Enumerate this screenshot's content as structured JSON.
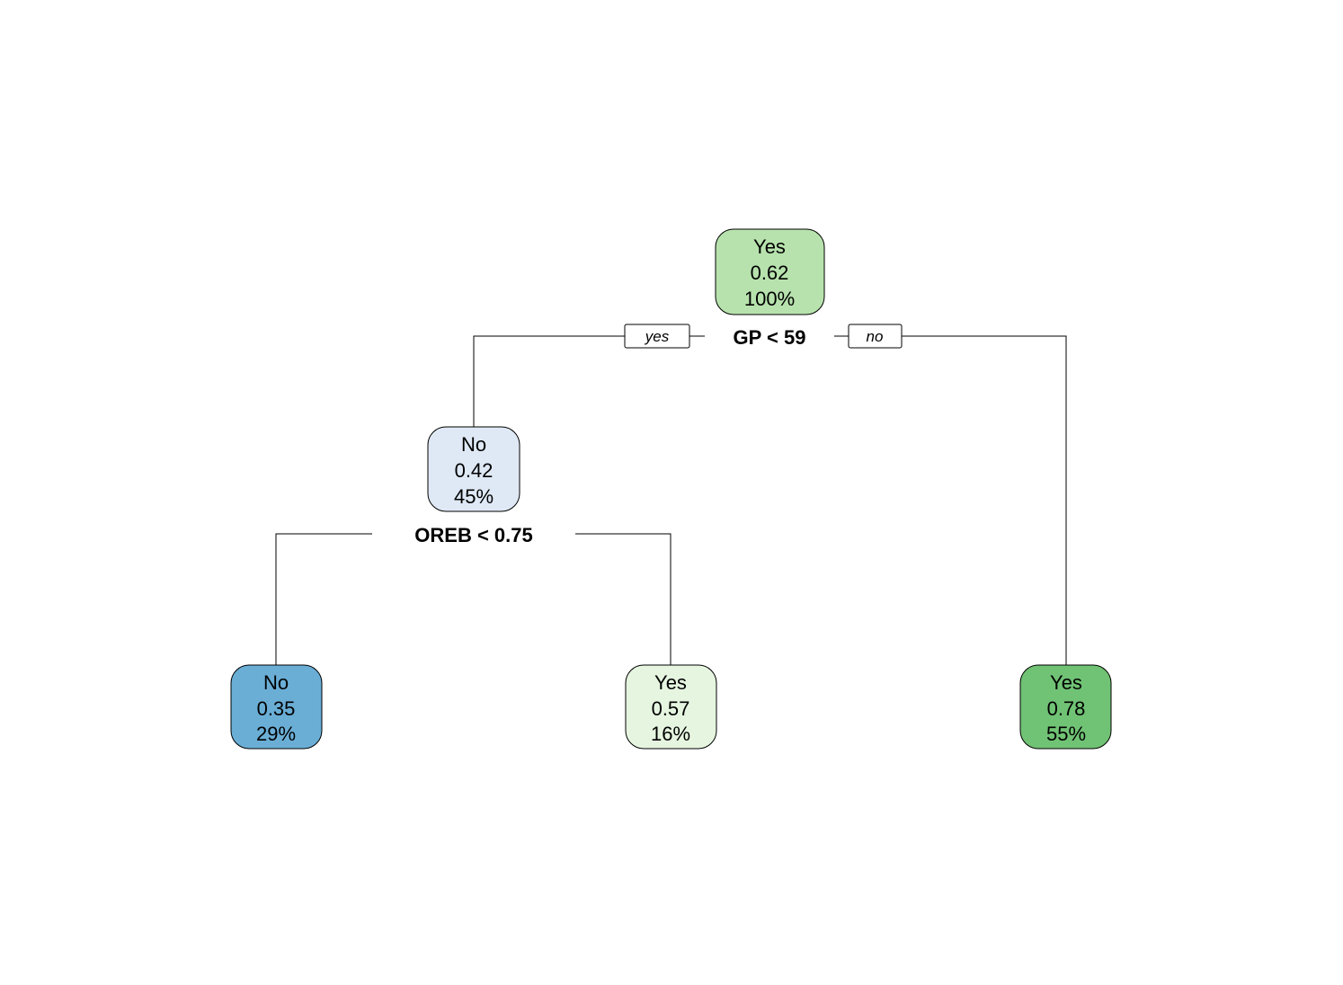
{
  "nodes": [
    {
      "id": "root",
      "class_label": "Yes",
      "prob": "0.62",
      "pct": "100%",
      "color": "#b7e2ad"
    },
    {
      "id": "left",
      "class_label": "No",
      "prob": "0.42",
      "pct": "45%",
      "color": "#dfe9f5"
    },
    {
      "id": "leaf_ll",
      "class_label": "No",
      "prob": "0.35",
      "pct": "29%",
      "color": "#6aaed6"
    },
    {
      "id": "leaf_lr",
      "class_label": "Yes",
      "prob": "0.57",
      "pct": "16%",
      "color": "#e5f5e0"
    },
    {
      "id": "leaf_r",
      "class_label": "Yes",
      "prob": "0.78",
      "pct": "55%",
      "color": "#70c274"
    }
  ],
  "splits": {
    "root": "GP < 59",
    "left": "OREB < 0.75"
  },
  "branch_labels": {
    "yes": "yes",
    "no": "no"
  }
}
